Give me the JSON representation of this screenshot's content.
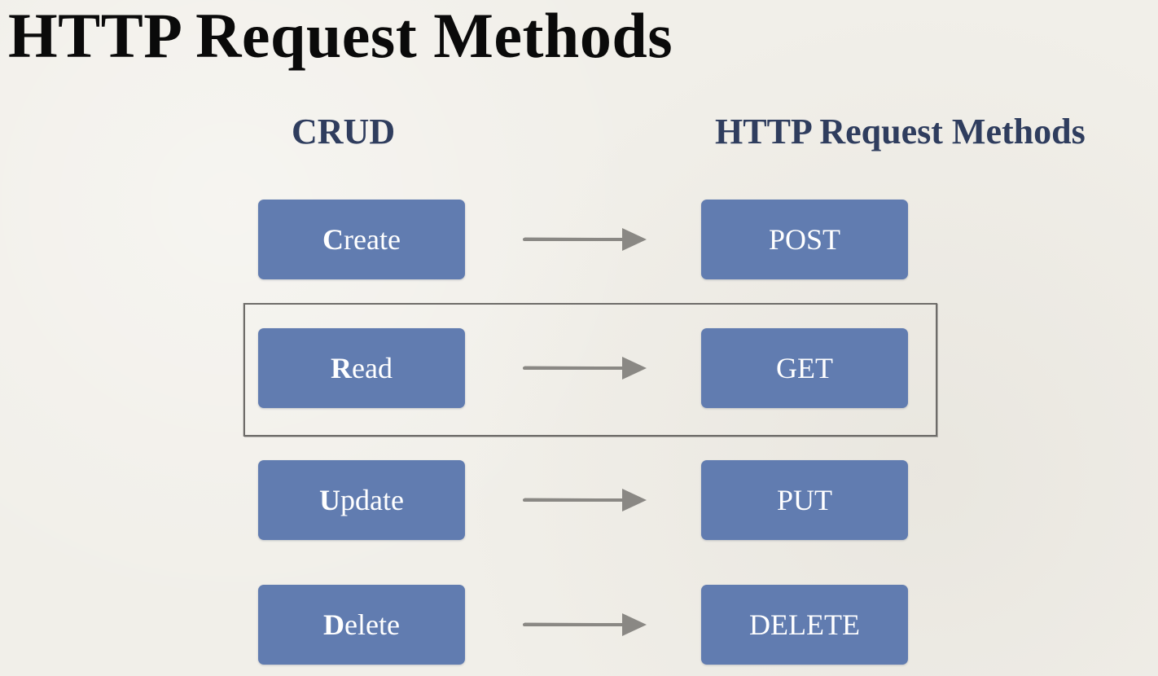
{
  "title": "HTTP Request Methods",
  "headers": {
    "crud": "CRUD",
    "http": "HTTP Request Methods"
  },
  "rows": [
    {
      "crud_initial": "C",
      "crud_rest": "reate",
      "method": "POST"
    },
    {
      "crud_initial": "R",
      "crud_rest": "ead",
      "method": "GET"
    },
    {
      "crud_initial": "U",
      "crud_rest": "pdate",
      "method": "PUT"
    },
    {
      "crud_initial": "D",
      "crud_rest": "elete",
      "method": "DELETE"
    }
  ],
  "colors": {
    "box_fill": "#617cb0",
    "box_text": "#ffffff",
    "header_text": "#2f3d5e",
    "title_text": "#0a0a0a",
    "arrow": "#8a8884",
    "frame": "#6e6c69",
    "background": "#f1efe9"
  },
  "highlighted_row": "Read"
}
